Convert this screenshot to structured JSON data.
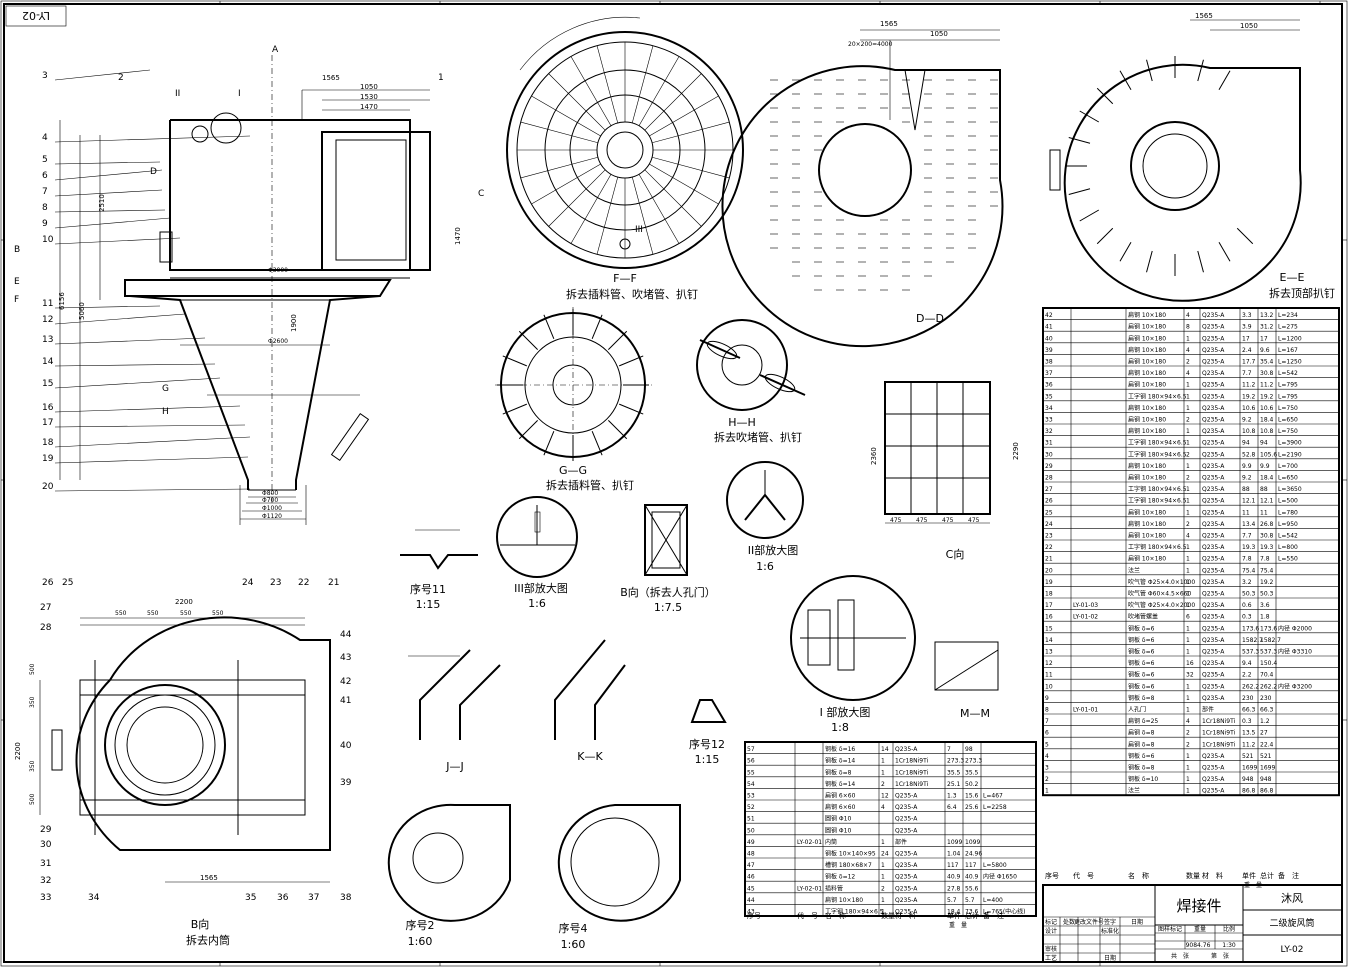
{
  "sheet_code": "LY-02",
  "views": {
    "main_section": {
      "section_marks": [
        "A",
        "B",
        "C",
        "D",
        "E",
        "F",
        "G",
        "H",
        "I",
        "II"
      ]
    },
    "ff": {
      "title": "F—F",
      "subtitle": "拆去插料管、吹堵管、扒钉",
      "marker": "III"
    },
    "dd": {
      "title": "D—D"
    },
    "ee": {
      "title": "E—E",
      "subtitle": "拆去顶部扒钉"
    },
    "gg": {
      "title": "G—G",
      "subtitle": "拆去插料管、扒钉"
    },
    "hh": {
      "title": "H—H",
      "subtitle": "拆去吹堵管、扒钉"
    },
    "c_view": {
      "title": "C向",
      "dims": [
        "475",
        "475",
        "475",
        "475"
      ]
    },
    "b_view": {
      "title": "B向",
      "subtitle": "拆去内筒"
    },
    "b_door": {
      "title": "B向（拆去人孔门）",
      "scale": "1:7.5"
    },
    "detail_II": {
      "title": "II部放大图",
      "scale": "1:6"
    },
    "detail_III": {
      "title": "III部放大图",
      "scale": "1:6"
    },
    "detail_I": {
      "title": "I 部放大图",
      "scale": "1:8"
    },
    "item11": {
      "title": "序号11",
      "scale": "1:15"
    },
    "item12": {
      "title": "序号12",
      "scale": "1:15"
    },
    "item2": {
      "title": "序号2",
      "scale": "1:60"
    },
    "item4": {
      "title": "序号4",
      "scale": "1:60"
    },
    "jj": {
      "title": "J—J"
    },
    "kk": {
      "title": "K—K"
    },
    "mm": {
      "title": "M—M"
    }
  },
  "dimensions": {
    "main_top": [
      "1565",
      "1050",
      "1530",
      "1470"
    ],
    "main_left": [
      "6156",
      "5060",
      "2510",
      "1470",
      "1900"
    ],
    "main_bottom": [
      "Φ800",
      "Φ700",
      "Φ1000",
      "Φ1120"
    ],
    "main_mid": [
      "Φ3000",
      "Φ2600"
    ],
    "b_top": [
      "2200",
      "550",
      "550",
      "550",
      "550"
    ],
    "b_left": [
      "2200",
      "500",
      "350",
      "350",
      "500"
    ],
    "b_bottom": [
      "1565"
    ],
    "dd_top": [
      "1565",
      "1050",
      "20×200=4000"
    ],
    "ee_top": [
      "1565",
      "1050"
    ],
    "cv_left": [
      "2360",
      "2290"
    ]
  },
  "balloons_left": [
    "3",
    "4",
    "5",
    "6",
    "7",
    "8",
    "9",
    "10",
    "11",
    "12",
    "13",
    "14",
    "15",
    "16",
    "17",
    "18",
    "19",
    "20"
  ],
  "balloons_top": [
    "2",
    "II",
    "I",
    "1"
  ],
  "balloons_b": [
    "26",
    "25",
    "24",
    "23",
    "22",
    "21",
    "27",
    "28",
    "29",
    "30",
    "31",
    "32",
    "33",
    "34",
    "35",
    "36",
    "37",
    "38",
    "39",
    "40",
    "41",
    "42",
    "43",
    "44"
  ],
  "bom_headers": [
    "序号",
    "代　号",
    "名　称",
    "数量",
    "材　料",
    "单件",
    "总计",
    "备　注"
  ],
  "bom_weight_header": "重　量",
  "bom_right": [
    [
      "42",
      "",
      "扁钢 10×180",
      "4",
      "Q235-A",
      "3.3",
      "13.2",
      "L=234"
    ],
    [
      "41",
      "",
      "扁钢 10×180",
      "8",
      "Q235-A",
      "3.9",
      "31.2",
      "L=275"
    ],
    [
      "40",
      "",
      "扁钢 10×180",
      "1",
      "Q235-A",
      "17",
      "17",
      "L=1200"
    ],
    [
      "39",
      "",
      "扁钢 10×180",
      "4",
      "Q235-A",
      "2.4",
      "9.6",
      "L=167"
    ],
    [
      "38",
      "",
      "扁钢 10×180",
      "2",
      "Q235-A",
      "17.7",
      "35.4",
      "L=1250"
    ],
    [
      "37",
      "",
      "扁钢 10×180",
      "4",
      "Q235-A",
      "7.7",
      "30.8",
      "L=542"
    ],
    [
      "36",
      "",
      "扁钢 10×180",
      "1",
      "Q235-A",
      "11.2",
      "11.2",
      "L=795"
    ],
    [
      "35",
      "",
      "工字钢 180×94×6.5",
      "1",
      "Q235-A",
      "19.2",
      "19.2",
      "L=795"
    ],
    [
      "34",
      "",
      "扁钢 10×180",
      "1",
      "Q235-A",
      "10.6",
      "10.6",
      "L=750"
    ],
    [
      "33",
      "",
      "扁钢 10×180",
      "2",
      "Q235-A",
      "9.2",
      "18.4",
      "L=650"
    ],
    [
      "32",
      "",
      "扁钢 10×180",
      "1",
      "Q235-A",
      "10.8",
      "10.8",
      "L=750"
    ],
    [
      "31",
      "",
      "工字钢 180×94×6.5",
      "1",
      "Q235-A",
      "94",
      "94",
      "L=3900"
    ],
    [
      "30",
      "",
      "工字钢 180×94×6.5",
      "2",
      "Q235-A",
      "52.8",
      "105.6",
      "L=2190"
    ],
    [
      "29",
      "",
      "扁钢 10×180",
      "1",
      "Q235-A",
      "9.9",
      "9.9",
      "L=700"
    ],
    [
      "28",
      "",
      "扁钢 10×180",
      "2",
      "Q235-A",
      "9.2",
      "18.4",
      "L=650"
    ],
    [
      "27",
      "",
      "工字钢 180×94×6.5",
      "1",
      "Q235-A",
      "88",
      "88",
      "L=3650"
    ],
    [
      "26",
      "",
      "工字钢 180×94×6.5",
      "1",
      "Q235-A",
      "12.1",
      "12.1",
      "L=500"
    ],
    [
      "25",
      "",
      "扁钢 10×180",
      "1",
      "Q235-A",
      "11",
      "11",
      "L=780"
    ],
    [
      "24",
      "",
      "扁钢 10×180",
      "2",
      "Q235-A",
      "13.4",
      "26.8",
      "L=950"
    ],
    [
      "23",
      "",
      "扁钢 10×180",
      "4",
      "Q235-A",
      "7.7",
      "30.8",
      "L=542"
    ],
    [
      "22",
      "",
      "工字钢 180×94×6.5",
      "1",
      "Q235-A",
      "19.3",
      "19.3",
      "L=800"
    ],
    [
      "21",
      "",
      "扁钢 10×180",
      "1",
      "Q235-A",
      "7.8",
      "7.8",
      "L=550"
    ],
    [
      "20",
      "",
      "法兰",
      "1",
      "Q235-A",
      "75.4",
      "75.4",
      ""
    ],
    [
      "19",
      "",
      "吹气管 Φ25×4.0×1000",
      "1",
      "Q235-A",
      "3.2",
      "19.2",
      ""
    ],
    [
      "18",
      "",
      "吹气管 Φ60×4.5×660",
      "1",
      "Q235-A",
      "50.3",
      "50.3",
      ""
    ],
    [
      "17",
      "LY-01-03",
      "吹气管 Φ25×4.0×2000",
      "1",
      "Q235-A",
      "0.6",
      "3.6",
      ""
    ],
    [
      "16",
      "LY-01-02",
      "吹堵管螺盖",
      "6",
      "Q235-A",
      "0.3",
      "1.8",
      ""
    ],
    [
      "15",
      "",
      "钢板 δ=6",
      "1",
      "Q235-A",
      "173.6",
      "173.6",
      "内径 Φ2000"
    ],
    [
      "14",
      "",
      "钢板 δ=6",
      "1",
      "Q235-A",
      "1582.7",
      "1582.7",
      ""
    ],
    [
      "13",
      "",
      "钢板 δ=6",
      "1",
      "Q235-A",
      "537.3",
      "537.3",
      "内径 Φ3310"
    ],
    [
      "12",
      "",
      "钢板 δ=6",
      "16",
      "Q235-A",
      "9.4",
      "150.4",
      ""
    ],
    [
      "11",
      "",
      "钢板 δ=6",
      "32",
      "Q235-A",
      "2.2",
      "70.4",
      ""
    ],
    [
      "10",
      "",
      "钢板 δ=6",
      "1",
      "Q235-A",
      "262.2",
      "262.2",
      "内径 Φ3200"
    ],
    [
      "9",
      "",
      "钢板 δ=8",
      "1",
      "Q235-A",
      "230",
      "230",
      ""
    ],
    [
      "8",
      "LY-01-01",
      "人孔门",
      "1",
      "部件",
      "66.3",
      "66.3",
      ""
    ],
    [
      "7",
      "",
      "扁钢 δ=25",
      "4",
      "1Cr18Ni9Ti",
      "0.3",
      "1.2",
      ""
    ],
    [
      "6",
      "",
      "扁钢 δ=8",
      "2",
      "1Cr18Ni9Ti",
      "13.5",
      "27",
      ""
    ],
    [
      "5",
      "",
      "扁钢 δ=8",
      "2",
      "1Cr18Ni9Ti",
      "11.2",
      "22.4",
      ""
    ],
    [
      "4",
      "",
      "钢板 δ=6",
      "1",
      "Q235-A",
      "521",
      "521",
      ""
    ],
    [
      "3",
      "",
      "钢板 δ=8",
      "1",
      "Q235-A",
      "1699",
      "1699",
      ""
    ],
    [
      "2",
      "",
      "钢板 δ=10",
      "1",
      "Q235-A",
      "948",
      "948",
      ""
    ],
    [
      "1",
      "",
      "法兰",
      "1",
      "Q235-A",
      "86.8",
      "86.8",
      ""
    ]
  ],
  "bom_mid": [
    [
      "57",
      "",
      "钢板 δ=16",
      "14",
      "Q235-A",
      "7",
      "98",
      ""
    ],
    [
      "56",
      "",
      "钢板 δ=14",
      "1",
      "1Cr18Ni9Ti",
      "273.3",
      "273.3",
      ""
    ],
    [
      "55",
      "",
      "钢板 δ=8",
      "1",
      "1Cr18Ni9Ti",
      "35.5",
      "35.5",
      ""
    ],
    [
      "54",
      "",
      "钢板 δ=14",
      "2",
      "1Cr18Ni9Ti",
      "25.1",
      "50.2",
      ""
    ],
    [
      "53",
      "",
      "扁钢 6×60",
      "12",
      "Q235-A",
      "1.3",
      "15.6",
      "L=467"
    ],
    [
      "52",
      "",
      "扁钢 6×60",
      "4",
      "Q235-A",
      "6.4",
      "25.6",
      "L=2258"
    ],
    [
      "51",
      "",
      "圆钢 Φ10",
      "",
      "Q235-A",
      "",
      "",
      ""
    ],
    [
      "50",
      "",
      "圆钢 Φ10",
      "",
      "Q235-A",
      "",
      "",
      ""
    ],
    [
      "49",
      "LY-02-01",
      "内筒",
      "1",
      "部件",
      "1099",
      "1099",
      ""
    ],
    [
      "48",
      "",
      "钢板 10×140×95",
      "24",
      "Q235-A",
      "1.04",
      "24.96",
      ""
    ],
    [
      "47",
      "",
      "槽钢 180×68×7",
      "1",
      "Q235-A",
      "117",
      "117",
      "L=5800"
    ],
    [
      "46",
      "",
      "钢板 δ=12",
      "1",
      "Q235-A",
      "40.9",
      "40.9",
      "内径 Φ1650"
    ],
    [
      "45",
      "LY-02-01",
      "插料管",
      "2",
      "Q235-A",
      "27.8",
      "55.6",
      ""
    ],
    [
      "44",
      "",
      "扁钢 10×180",
      "1",
      "Q235-A",
      "5.7",
      "5.7",
      "L=400"
    ],
    [
      "43",
      "",
      "工字钢 180×94×6.5",
      "1",
      "Q235-A",
      "18.4",
      "73.6",
      "L=765(中心线)"
    ]
  ],
  "title_block": {
    "drawing_name": "焊接件",
    "company": "沐风",
    "part_name": "二级旋风筒",
    "code": "LY-02",
    "weight": "9084.76",
    "scale": "1:30",
    "labels": [
      "图样标记",
      "重量",
      "比例",
      "共　张",
      "第　张",
      "标记",
      "处数",
      "更改文件号",
      "签字",
      "日期",
      "设计",
      "标准化",
      "审核",
      "工艺",
      "日期"
    ]
  }
}
